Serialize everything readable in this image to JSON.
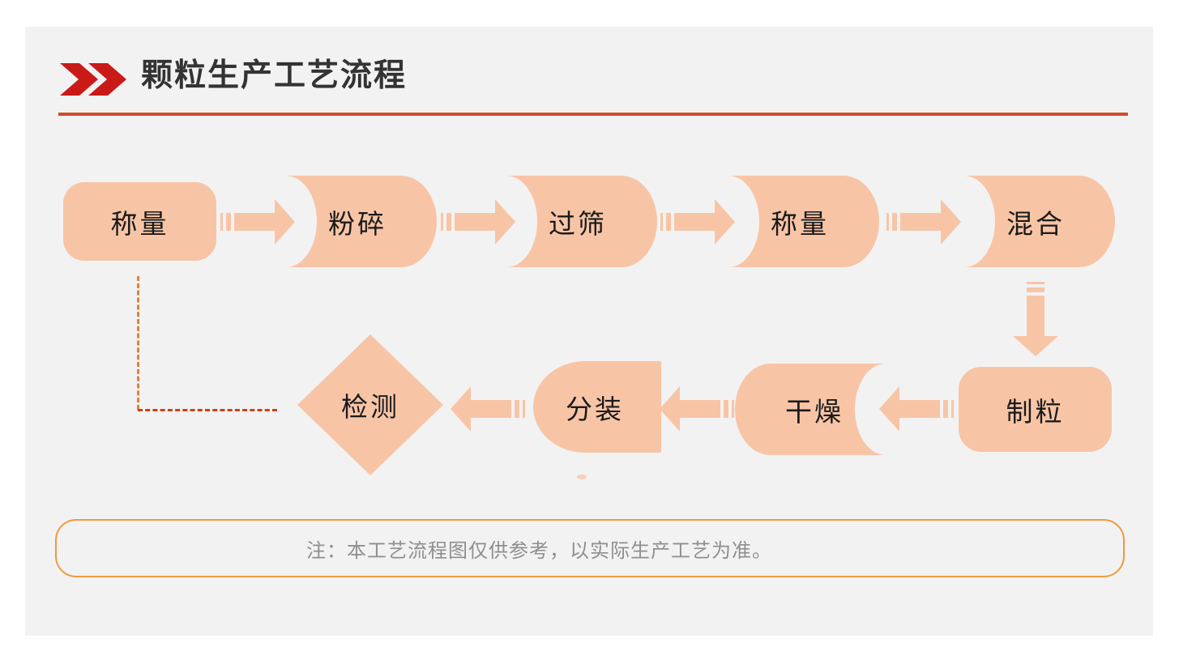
{
  "colors": {
    "panel_bg": "#f2f2f2",
    "accent_red": "#ca1a18",
    "underline_color": "#d14c28",
    "title_color": "#333333",
    "shape_fill": "#f7c5a6",
    "label_color": "#1a1a1a",
    "dash_vertical": "#ed7d31",
    "dash_horizontal": "#cc4018",
    "note_border": "#f09a3e",
    "note_text": "#8f8f8f"
  },
  "header": {
    "title": "颗粒生产工艺流程",
    "chevrons_icon": "double-chevron-right"
  },
  "flow": {
    "arrow_icon": "striped-block-arrow",
    "steps": [
      {
        "label": "称量",
        "shape": "rounded-rect"
      },
      {
        "label": "粉碎",
        "shape": "curve-right"
      },
      {
        "label": "过筛",
        "shape": "curve-right"
      },
      {
        "label": "称量",
        "shape": "curve-right"
      },
      {
        "label": "混合",
        "shape": "curve-right"
      },
      {
        "label": "制粒",
        "shape": "rounded-rect"
      },
      {
        "label": "干燥",
        "shape": "curve-left"
      },
      {
        "label": "分装",
        "shape": "round-left"
      },
      {
        "label": "检测",
        "shape": "diamond"
      }
    ]
  },
  "note": {
    "text": "注：本工艺流程图仅供参考，以实际生产工艺为准。"
  }
}
